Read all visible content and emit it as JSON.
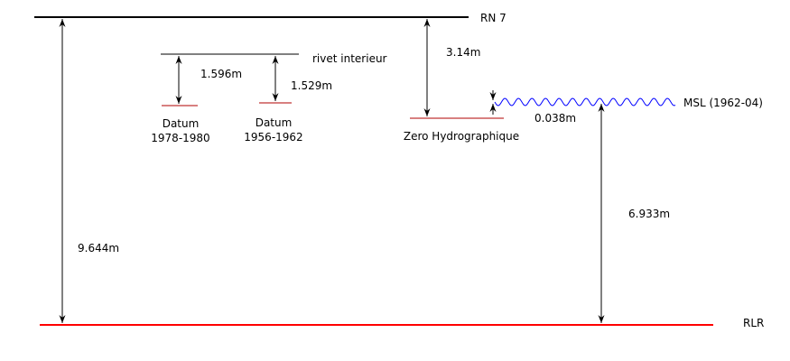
{
  "colors": {
    "line": "#000000",
    "reference": "#ff0000",
    "datum": "#b00000",
    "msl_wave": "#0000ff",
    "background": "#ffffff"
  },
  "levels": {
    "rn7": "RN 7",
    "rivet": "rivet interieur",
    "datum_1978_line1": "Datum",
    "datum_1978_line2": "1978-1980",
    "datum_1956_line1": "Datum",
    "datum_1956_line2": "1956-1962",
    "zero_hydro": "Zero Hydrographique",
    "msl": "MSL (1962-04)",
    "rlr": "RLR"
  },
  "measurements": {
    "rn7_to_rlr": "9.644m",
    "rivet_to_datum_1978": "1.596m",
    "rivet_to_datum_1956": "1.529m",
    "rn7_to_zero_hydro": "3.14m",
    "zero_hydro_to_msl": "0.038m",
    "msl_to_rlr": "6.933m"
  }
}
